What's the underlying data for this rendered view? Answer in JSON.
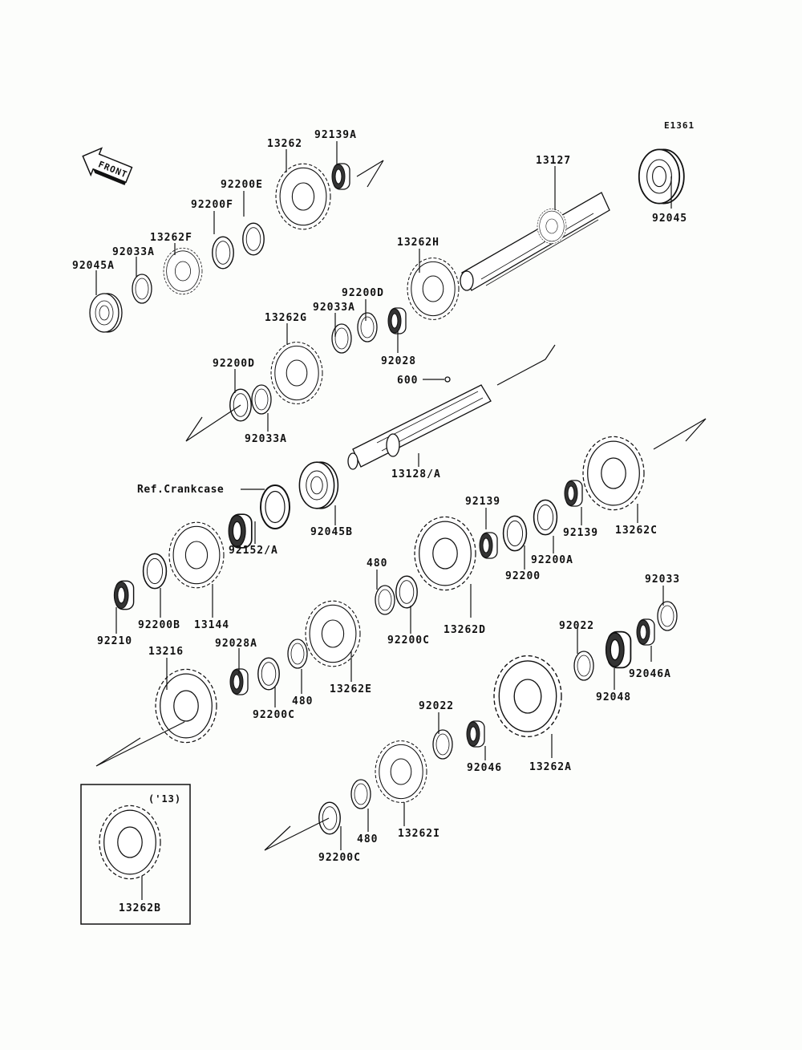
{
  "diagram": {
    "code": "E1361",
    "front_arrow_label": "FRONT",
    "inset_note": "('13)",
    "parts": [
      {
        "id": "p-92139A",
        "label": "92139A",
        "desc": "needle bearing"
      },
      {
        "id": "p-13262",
        "label": "13262",
        "desc": "gear"
      },
      {
        "id": "p-92200E",
        "label": "92200E",
        "desc": "washer"
      },
      {
        "id": "p-92200F",
        "label": "92200F",
        "desc": "washer"
      },
      {
        "id": "p-13262F",
        "label": "13262F",
        "desc": "gear"
      },
      {
        "id": "p-92033A-1",
        "label": "92033A",
        "desc": "circlip"
      },
      {
        "id": "p-92045A",
        "label": "92045A",
        "desc": "ball bearing"
      },
      {
        "id": "p-13127",
        "label": "13127",
        "desc": "drive shaft"
      },
      {
        "id": "p-92045",
        "label": "92045",
        "desc": "ball bearing"
      },
      {
        "id": "p-13262H",
        "label": "13262H",
        "desc": "gear"
      },
      {
        "id": "p-92200D-1",
        "label": "92200D",
        "desc": "washer"
      },
      {
        "id": "p-92033A-2",
        "label": "92033A",
        "desc": "circlip"
      },
      {
        "id": "p-13262G",
        "label": "13262G",
        "desc": "gear"
      },
      {
        "id": "p-92028",
        "label": "92028",
        "desc": "bushing"
      },
      {
        "id": "p-92200D-2",
        "label": "92200D",
        "desc": "washer"
      },
      {
        "id": "p-92033A-3",
        "label": "92033A",
        "desc": "circlip"
      },
      {
        "id": "p-600",
        "label": "600",
        "desc": "oil hole ref"
      },
      {
        "id": "p-13128A",
        "label": "13128/A",
        "desc": "output shaft"
      },
      {
        "id": "p-ref-crankcase",
        "label": "Ref.Crankcase",
        "desc": "oil seal ref"
      },
      {
        "id": "p-92045B",
        "label": "92045B",
        "desc": "ball bearing"
      },
      {
        "id": "p-92152A",
        "label": "92152/A",
        "desc": "collar"
      },
      {
        "id": "p-13144",
        "label": "13144",
        "desc": "sprocket"
      },
      {
        "id": "p-92200B",
        "label": "92200B",
        "desc": "washer"
      },
      {
        "id": "p-92210",
        "label": "92210",
        "desc": "nut"
      },
      {
        "id": "p-92139-1",
        "label": "92139",
        "desc": "needle bearing"
      },
      {
        "id": "p-92200",
        "label": "92200",
        "desc": "washer"
      },
      {
        "id": "p-92200A",
        "label": "92200A",
        "desc": "washer"
      },
      {
        "id": "p-92139-2",
        "label": "92139",
        "desc": "needle bearing"
      },
      {
        "id": "p-13262C",
        "label": "13262C",
        "desc": "gear"
      },
      {
        "id": "p-480-1",
        "label": "480",
        "desc": "circlip"
      },
      {
        "id": "p-92200C-1",
        "label": "92200C",
        "desc": "washer"
      },
      {
        "id": "p-13262D",
        "label": "13262D",
        "desc": "gear"
      },
      {
        "id": "p-92033",
        "label": "92033",
        "desc": "circlip"
      },
      {
        "id": "p-92022-1",
        "label": "92022",
        "desc": "washer"
      },
      {
        "id": "p-92048",
        "label": "92048",
        "desc": "collar"
      },
      {
        "id": "p-92046A",
        "label": "92046A",
        "desc": "needle bearing"
      },
      {
        "id": "p-92028A",
        "label": "92028A",
        "desc": "bushing"
      },
      {
        "id": "p-13216",
        "label": "13216",
        "desc": "gear"
      },
      {
        "id": "p-92200C-2",
        "label": "92200C",
        "desc": "washer"
      },
      {
        "id": "p-480-2",
        "label": "480",
        "desc": "circlip"
      },
      {
        "id": "p-13262E",
        "label": "13262E",
        "desc": "gear"
      },
      {
        "id": "p-13262A",
        "label": "13262A",
        "desc": "gear"
      },
      {
        "id": "p-92022-2",
        "label": "92022",
        "desc": "washer"
      },
      {
        "id": "p-92046",
        "label": "92046",
        "desc": "needle bearing"
      },
      {
        "id": "p-13262I",
        "label": "13262I",
        "desc": "gear"
      },
      {
        "id": "p-480-3",
        "label": "480",
        "desc": "circlip"
      },
      {
        "id": "p-92200C-3",
        "label": "92200C",
        "desc": "washer"
      },
      {
        "id": "p-13262B",
        "label": "13262B",
        "desc": "gear (inset)"
      }
    ]
  }
}
